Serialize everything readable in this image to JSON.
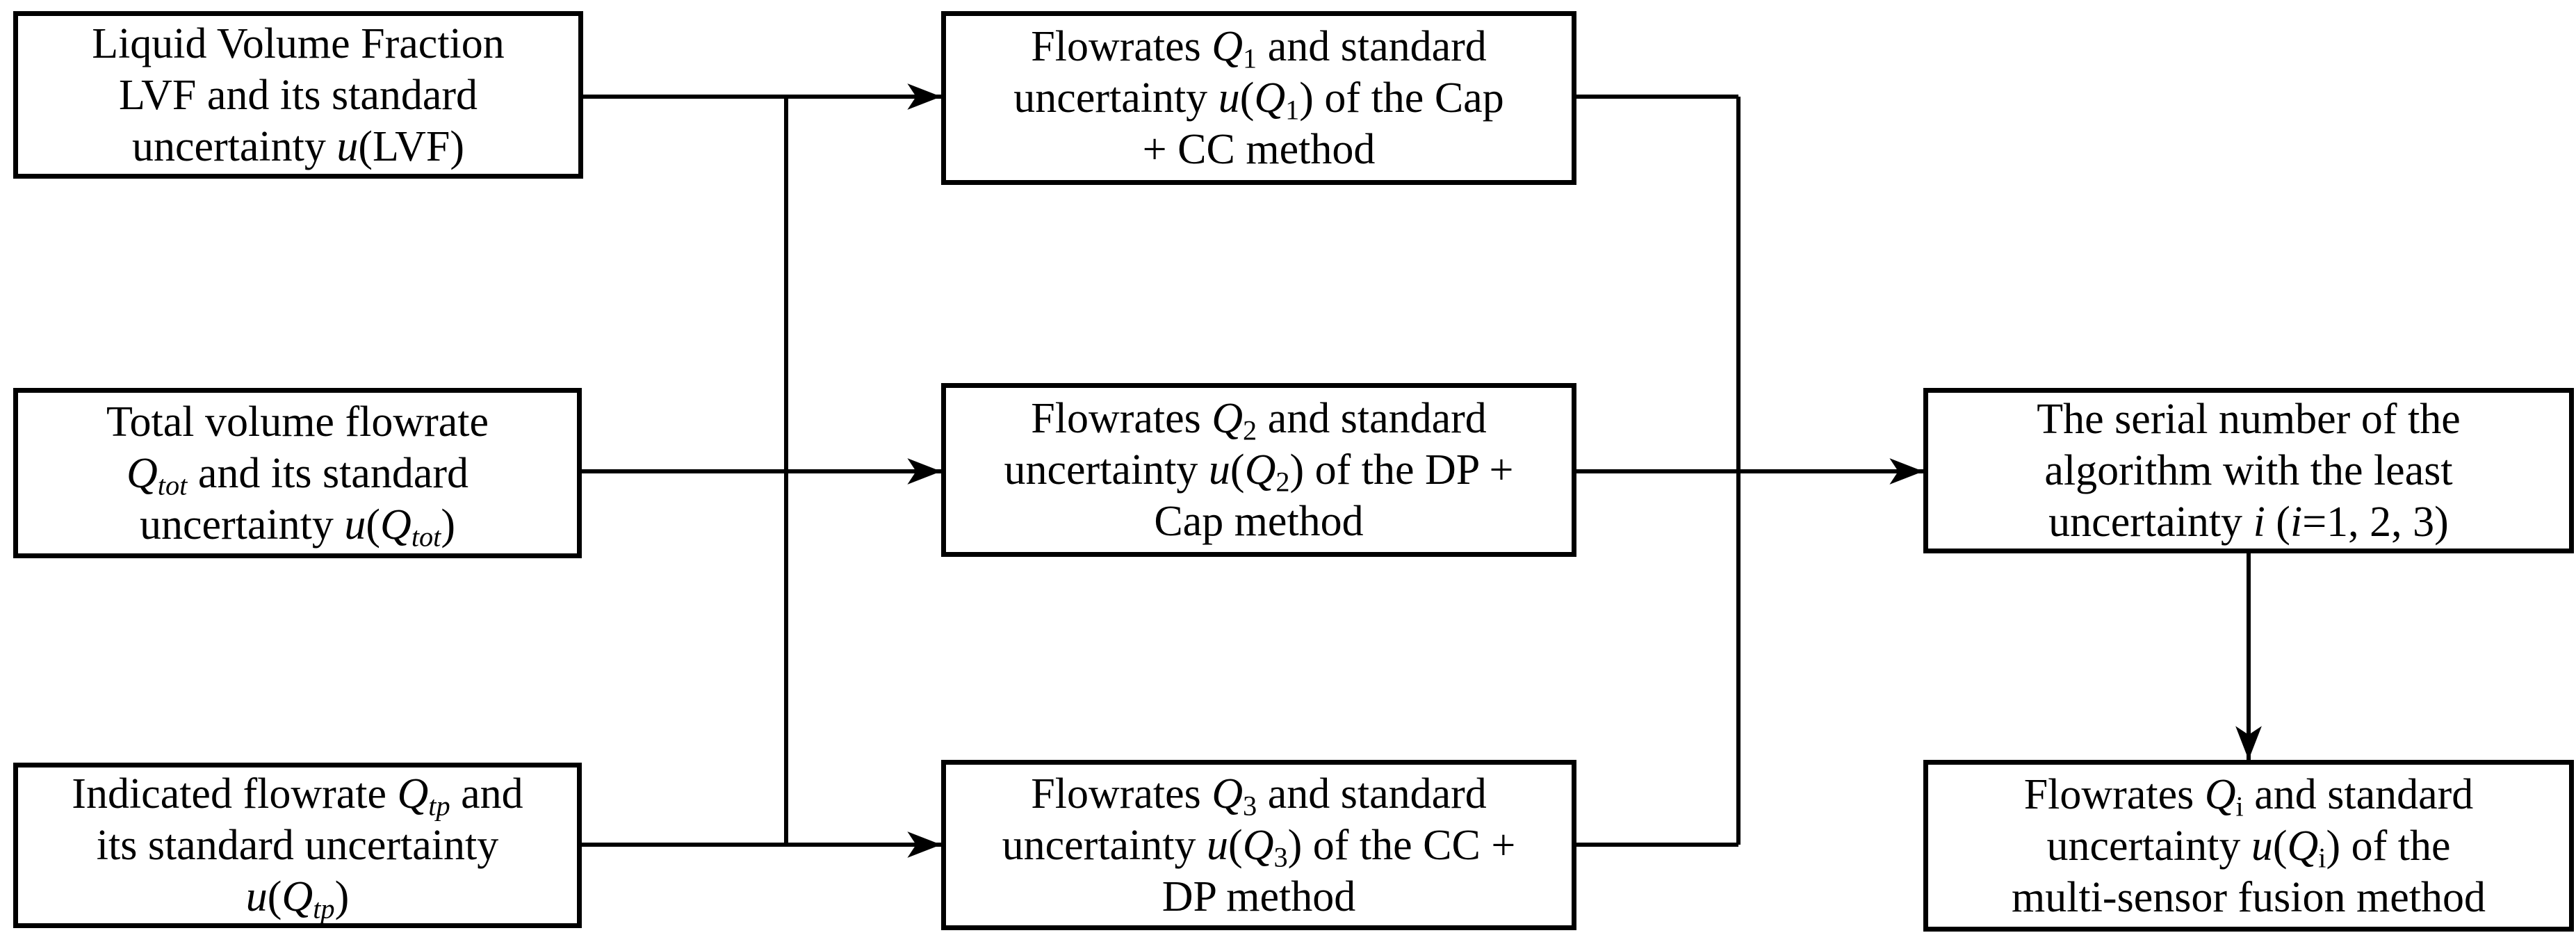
{
  "diagram": {
    "colors": {
      "background": "#ffffff",
      "line": "#000000",
      "text": "#000000"
    },
    "boxes": [
      {
        "id": "box-lvf",
        "text": "Liquid Volume Fraction LVF and its standard uncertainty u(LVF)",
        "lines": [
          [
            {
              "t": "Liquid Volume Fraction"
            }
          ],
          [
            {
              "t": "LVF and its standard"
            }
          ],
          [
            {
              "t": "uncertainty "
            },
            {
              "t": "u",
              "i": 1
            },
            {
              "t": "(LVF)"
            }
          ]
        ]
      },
      {
        "id": "box-qtot",
        "text": "Total volume flowrate Qtot and its standard uncertainty u(Qtot)",
        "lines": [
          [
            {
              "t": "Total volume flowrate"
            }
          ],
          [
            {
              "t": "Q",
              "i": 1
            },
            {
              "t": "tot",
              "i": 1,
              "s": 1
            },
            {
              "t": " and its standard"
            }
          ],
          [
            {
              "t": "uncertainty "
            },
            {
              "t": "u",
              "i": 1
            },
            {
              "t": "("
            },
            {
              "t": "Q",
              "i": 1
            },
            {
              "t": "tot",
              "i": 1,
              "s": 1
            },
            {
              "t": ")"
            }
          ]
        ]
      },
      {
        "id": "box-qtp",
        "text": "Indicated flowrate Qtp and its standard uncertainty u(Qtp)",
        "lines": [
          [
            {
              "t": "Indicated flowrate "
            },
            {
              "t": "Q",
              "i": 1
            },
            {
              "t": "tp",
              "i": 1,
              "s": 1
            },
            {
              "t": " and"
            }
          ],
          [
            {
              "t": "its standard uncertainty"
            }
          ],
          [
            {
              "t": "u",
              "i": 1
            },
            {
              "t": "("
            },
            {
              "t": "Q",
              "i": 1
            },
            {
              "t": "tp",
              "i": 1,
              "s": 1
            },
            {
              "t": ")"
            }
          ]
        ]
      },
      {
        "id": "box-cap-cc",
        "text": "Flowrates Q1 and standard uncertainty u(Q1) of the Cap + CC method",
        "lines": [
          [
            {
              "t": "Flowrates "
            },
            {
              "t": "Q",
              "i": 1
            },
            {
              "t": "1",
              "s": 1
            },
            {
              "t": " and standard"
            }
          ],
          [
            {
              "t": "uncertainty "
            },
            {
              "t": "u",
              "i": 1
            },
            {
              "t": "("
            },
            {
              "t": "Q",
              "i": 1
            },
            {
              "t": "1",
              "s": 1
            },
            {
              "t": ") of the Cap"
            }
          ],
          [
            {
              "t": "+ CC method"
            }
          ]
        ]
      },
      {
        "id": "box-dp-cap",
        "text": "Flowrates Q2 and standard uncertainty u(Q2) of the DP + Cap method",
        "lines": [
          [
            {
              "t": "Flowrates "
            },
            {
              "t": "Q",
              "i": 1
            },
            {
              "t": "2",
              "s": 1
            },
            {
              "t": " and standard"
            }
          ],
          [
            {
              "t": "uncertainty "
            },
            {
              "t": "u",
              "i": 1
            },
            {
              "t": "("
            },
            {
              "t": "Q",
              "i": 1
            },
            {
              "t": "2",
              "s": 1
            },
            {
              "t": ") of the DP +"
            }
          ],
          [
            {
              "t": "Cap method"
            }
          ]
        ]
      },
      {
        "id": "box-cc-dp",
        "text": "Flowrates Q3 and standard uncertainty u(Q3) of the CC + DP method",
        "lines": [
          [
            {
              "t": "Flowrates "
            },
            {
              "t": "Q",
              "i": 1
            },
            {
              "t": "3",
              "s": 1
            },
            {
              "t": " and standard"
            }
          ],
          [
            {
              "t": "uncertainty "
            },
            {
              "t": "u",
              "i": 1
            },
            {
              "t": "("
            },
            {
              "t": "Q",
              "i": 1
            },
            {
              "t": "3",
              "s": 1
            },
            {
              "t": ") of the CC +"
            }
          ],
          [
            {
              "t": "DP method"
            }
          ]
        ]
      },
      {
        "id": "box-serial",
        "text": "The serial number of the algorithm with the least uncertainty i (i=1, 2, 3)",
        "lines": [
          [
            {
              "t": "The serial number of the"
            }
          ],
          [
            {
              "t": "algorithm with the least"
            }
          ],
          [
            {
              "t": "uncertainty "
            },
            {
              "t": "i",
              "i": 1
            },
            {
              "t": " ("
            },
            {
              "t": "i",
              "i": 1
            },
            {
              "t": "=1, 2, 3)"
            }
          ]
        ]
      },
      {
        "id": "box-fusion",
        "text": "Flowrates Qi and standard uncertainty u(Qi) of the multi-sensor fusion method",
        "lines": [
          [
            {
              "t": "Flowrates "
            },
            {
              "t": "Q",
              "i": 1
            },
            {
              "t": "i",
              "s": 1
            },
            {
              "t": " and standard"
            }
          ],
          [
            {
              "t": "uncertainty "
            },
            {
              "t": "u",
              "i": 1
            },
            {
              "t": "("
            },
            {
              "t": "Q",
              "i": 1
            },
            {
              "t": "i",
              "s": 1
            },
            {
              "t": ") of the"
            }
          ],
          [
            {
              "t": "multi-sensor fusion method"
            }
          ]
        ]
      }
    ],
    "edges": [
      {
        "from": "box-lvf",
        "to": "box-cap-cc",
        "type": "arrow"
      },
      {
        "from": "box-qtot",
        "to": "box-dp-cap",
        "type": "arrow"
      },
      {
        "from": "box-qtp",
        "to": "box-cc-dp",
        "type": "arrow"
      },
      {
        "id": "input-bus",
        "type": "vertical-bus",
        "joins": [
          "box-lvf",
          "box-qtot",
          "box-qtp"
        ]
      },
      {
        "from": "box-cap-cc",
        "to": "output-bus",
        "type": "line"
      },
      {
        "from": "box-cc-dp",
        "to": "output-bus",
        "type": "line"
      },
      {
        "from": "box-dp-cap",
        "to": "box-serial",
        "type": "arrow"
      },
      {
        "id": "output-bus",
        "type": "vertical-bus",
        "joins": [
          "box-cap-cc",
          "box-dp-cap",
          "box-cc-dp"
        ]
      },
      {
        "from": "box-serial",
        "to": "box-fusion",
        "type": "arrow"
      }
    ]
  }
}
